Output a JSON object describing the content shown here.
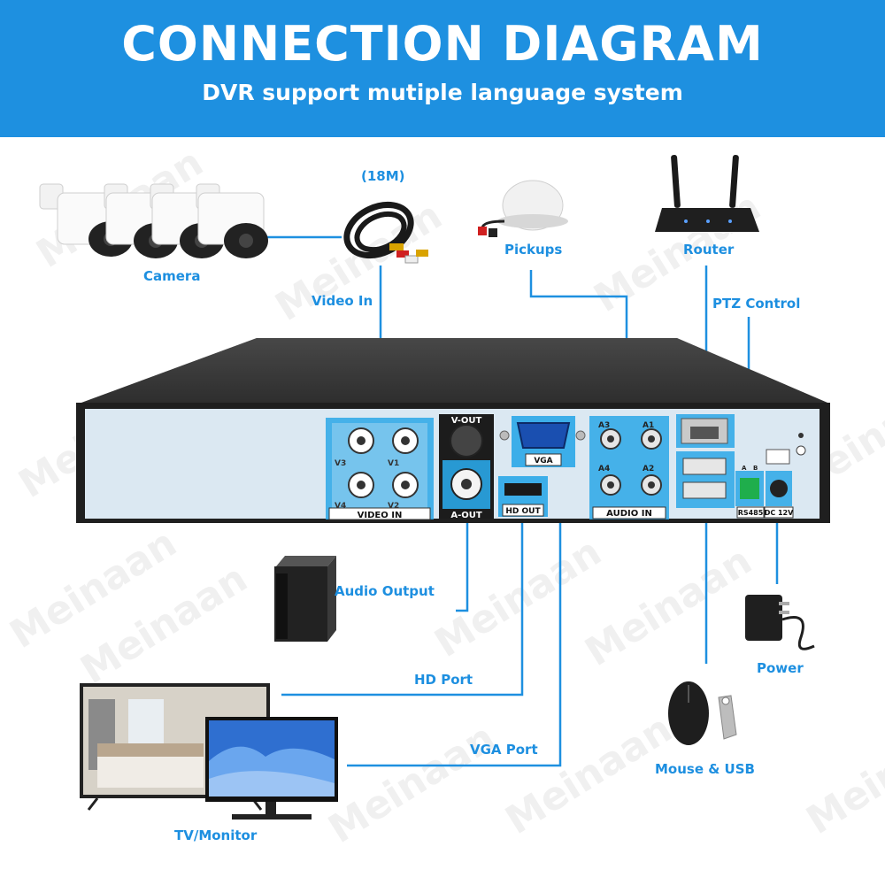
{
  "header": {
    "title": "CONNECTION DIAGRAM",
    "subtitle": "DVR support mutiple language system"
  },
  "labels": {
    "camera": "Camera",
    "cable": "(18M)",
    "video_in": "Video In",
    "pickups": "Pickups",
    "router": "Router",
    "ptz_control": "PTZ Control",
    "audio_output": "Audio Output",
    "hd_port": "HD Port",
    "vga_port": "VGA Port",
    "power": "Power",
    "mouse_usb": "Mouse & USB",
    "tv_monitor": "TV/Monitor"
  },
  "dvr_panel": {
    "video_in": "VIDEO IN",
    "v_out": "V-OUT",
    "a_out": "A-OUT",
    "vga": "VGA",
    "hd_out": "HD OUT",
    "audio_in": "AUDIO IN",
    "rs485": "RS485",
    "dc12v": "DC 12V",
    "ch_v1": "V1",
    "ch_v2": "V2",
    "ch_v3": "V3",
    "ch_v4": "V4",
    "ch_a1": "A1",
    "ch_a2": "A2",
    "ch_a3": "A3",
    "ch_a4": "A4",
    "rs_a": "A",
    "rs_b": "B"
  },
  "watermark": "Meinaan",
  "colors": {
    "accent": "#1e90e0",
    "label_text": "#1d8fe0",
    "dvr_body": "#2a2a2a",
    "dvr_panel": "#dbe8f2",
    "highlight": "#2aa7e8"
  }
}
